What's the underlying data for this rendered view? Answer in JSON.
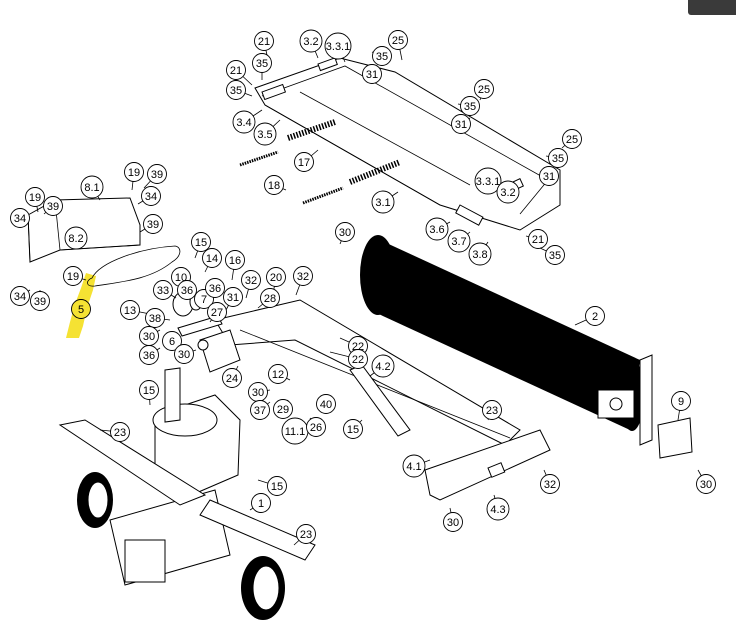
{
  "toolbar": {
    "button_color": "#3a3a3a"
  },
  "highlight": {
    "part_number": "5",
    "color": "#f5e233"
  },
  "callouts": [
    {
      "id": "c1",
      "label": "21"
    },
    {
      "id": "c2",
      "label": "3.2"
    },
    {
      "id": "c3",
      "label": "3.3.1"
    },
    {
      "id": "c4",
      "label": "25"
    },
    {
      "id": "c5",
      "label": "35"
    },
    {
      "id": "c6",
      "label": "35"
    },
    {
      "id": "c7",
      "label": "21"
    },
    {
      "id": "c8",
      "label": "31"
    },
    {
      "id": "c9",
      "label": "35"
    },
    {
      "id": "c10",
      "label": "25"
    },
    {
      "id": "c11",
      "label": "35"
    },
    {
      "id": "c12",
      "label": "3.4"
    },
    {
      "id": "c13",
      "label": "31"
    },
    {
      "id": "c14",
      "label": "3.5"
    },
    {
      "id": "c15",
      "label": "25"
    },
    {
      "id": "c16",
      "label": "17"
    },
    {
      "id": "c17",
      "label": "35"
    },
    {
      "id": "c18",
      "label": "31"
    },
    {
      "id": "c19",
      "label": "3.3.1"
    },
    {
      "id": "c20",
      "label": "3.2"
    },
    {
      "id": "c21",
      "label": "19"
    },
    {
      "id": "c22",
      "label": "39"
    },
    {
      "id": "c23",
      "label": "8.1"
    },
    {
      "id": "c24",
      "label": "18"
    },
    {
      "id": "c25",
      "label": "3.1"
    },
    {
      "id": "c26",
      "label": "19"
    },
    {
      "id": "c27",
      "label": "34"
    },
    {
      "id": "c28",
      "label": "39"
    },
    {
      "id": "c29",
      "label": "34"
    },
    {
      "id": "c30",
      "label": "39"
    },
    {
      "id": "c31",
      "label": "8.2"
    },
    {
      "id": "c32",
      "label": "3.6"
    },
    {
      "id": "c33",
      "label": "3.7"
    },
    {
      "id": "c34",
      "label": "3.8"
    },
    {
      "id": "c35",
      "label": "30"
    },
    {
      "id": "c36",
      "label": "21"
    },
    {
      "id": "c37",
      "label": "35"
    },
    {
      "id": "c38",
      "label": "15"
    },
    {
      "id": "c39",
      "label": "14"
    },
    {
      "id": "c40",
      "label": "16"
    },
    {
      "id": "c41",
      "label": "19"
    },
    {
      "id": "c42",
      "label": "10"
    },
    {
      "id": "c43",
      "label": "32"
    },
    {
      "id": "c44",
      "label": "20"
    },
    {
      "id": "c45",
      "label": "32"
    },
    {
      "id": "c46",
      "label": "34"
    },
    {
      "id": "c47",
      "label": "39"
    },
    {
      "id": "c48",
      "label": "5"
    },
    {
      "id": "c49",
      "label": "33"
    },
    {
      "id": "c50",
      "label": "36"
    },
    {
      "id": "c51",
      "label": "7"
    },
    {
      "id": "c52",
      "label": "36"
    },
    {
      "id": "c53",
      "label": "31"
    },
    {
      "id": "c54",
      "label": "28"
    },
    {
      "id": "c55",
      "label": "13"
    },
    {
      "id": "c56",
      "label": "38"
    },
    {
      "id": "c57",
      "label": "27"
    },
    {
      "id": "c58",
      "label": "2"
    },
    {
      "id": "c59",
      "label": "30"
    },
    {
      "id": "c60",
      "label": "6"
    },
    {
      "id": "c61",
      "label": "36"
    },
    {
      "id": "c62",
      "label": "30"
    },
    {
      "id": "c63",
      "label": "22"
    },
    {
      "id": "c64",
      "label": "22"
    },
    {
      "id": "c65",
      "label": "24"
    },
    {
      "id": "c66",
      "label": "4.2"
    },
    {
      "id": "c67",
      "label": "12"
    },
    {
      "id": "c68",
      "label": "15"
    },
    {
      "id": "c69",
      "label": "30"
    },
    {
      "id": "c70",
      "label": "37"
    },
    {
      "id": "c71",
      "label": "29"
    },
    {
      "id": "c72",
      "label": "40"
    },
    {
      "id": "c73",
      "label": "23"
    },
    {
      "id": "c74",
      "label": "9"
    },
    {
      "id": "c75",
      "label": "23"
    },
    {
      "id": "c76",
      "label": "11.1"
    },
    {
      "id": "c77",
      "label": "26"
    },
    {
      "id": "c78",
      "label": "15"
    },
    {
      "id": "c79",
      "label": "4.1"
    },
    {
      "id": "c80",
      "label": "30"
    },
    {
      "id": "c81",
      "label": "15"
    },
    {
      "id": "c82",
      "label": "32"
    },
    {
      "id": "c83",
      "label": "1"
    },
    {
      "id": "c84",
      "label": "4.3"
    },
    {
      "id": "c85",
      "label": "30"
    },
    {
      "id": "c86",
      "label": "23"
    }
  ]
}
